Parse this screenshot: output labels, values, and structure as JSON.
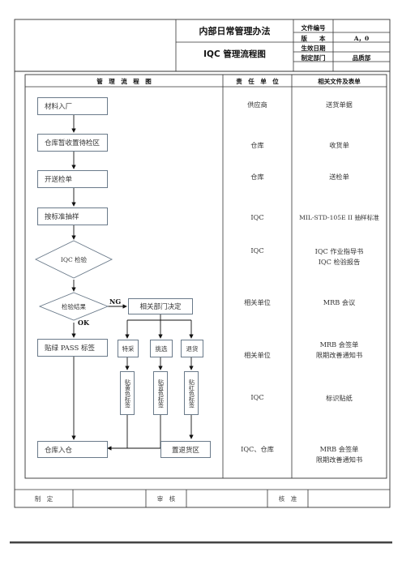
{
  "header": {
    "company_title": "内部日常管理办法",
    "doc_title": "IQC 管理流程图",
    "meta": [
      {
        "label": "文件编号",
        "value": ""
      },
      {
        "label": "版　　本",
        "value": "A，0"
      },
      {
        "label": "生效日期",
        "value": ""
      },
      {
        "label": "制定部门",
        "value": "品质部"
      }
    ]
  },
  "table_headers": {
    "flow": "管　理　流　程　图",
    "responsibility": "责　任　单　位",
    "documents": "相关文件及表单"
  },
  "flow": {
    "material_in": "材料入厂",
    "warehouse_temp": "仓库暂收置待检区",
    "send_inspection": "开送检单",
    "sampling": "按标准抽样",
    "iqc_inspect": "IQC 检验",
    "result": "检验结果",
    "ng_label": "NG",
    "ok_label": "OK",
    "dept_decision": "相关部门决定",
    "pass_label": "贴绿 PASS 标签",
    "special_accept": "特采",
    "sorting": "挑选",
    "return_goods": "退货",
    "yellow_label": "贴黄色标签",
    "blue_label": "贴蓝色标签",
    "red_label": "贴红色标签",
    "warehouse_in": "仓库入仓",
    "return_area": "置退货区"
  },
  "responsibility": [
    "供应商",
    "仓库",
    "仓库",
    "IQC",
    "IQC",
    "相关单位",
    "相关单位",
    "IQC",
    "IQC、仓库"
  ],
  "documents": [
    "送货单据",
    "收货单",
    "送检单",
    "MIL-STD-105E II 抽样标准",
    "IQC 作业指导书",
    "IQC 检验报告",
    "MRB 会议",
    "MRB 会签单",
    "限期改善通知书",
    "标识贴纸",
    "MRB 会签单",
    "限期改善通知书"
  ],
  "footer": {
    "prepared": "制　定",
    "reviewed": "审　核",
    "approved": "核　准"
  }
}
